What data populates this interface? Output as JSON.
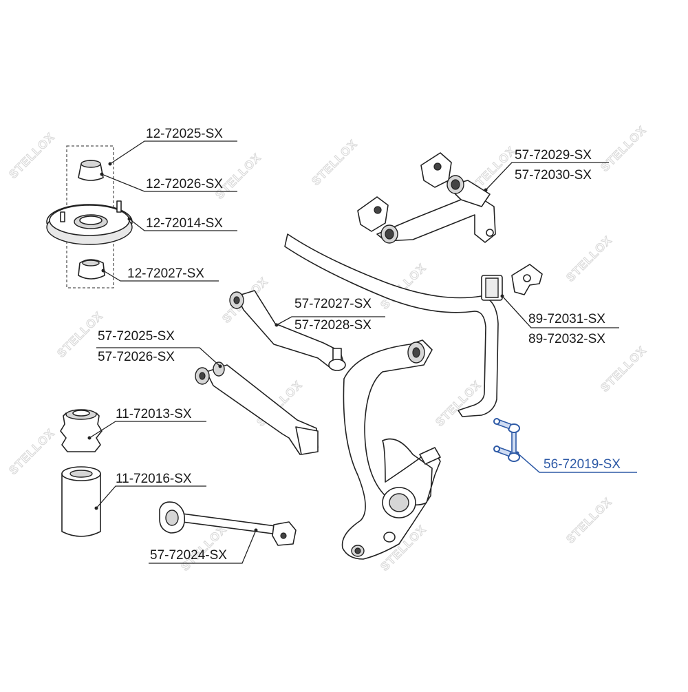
{
  "watermark": {
    "text": "STELLOX"
  },
  "labels": {
    "p_12_72025": "12-72025-SX",
    "p_12_72026": "12-72026-SX",
    "p_12_72014": "12-72014-SX",
    "p_12_72027": "12-72027-SX",
    "p_57_72029": "57-72029-SX",
    "p_57_72030": "57-72030-SX",
    "p_57_72027": "57-72027-SX",
    "p_57_72028": "57-72028-SX",
    "p_57_72025": "57-72025-SX",
    "p_57_72026": "57-72026-SX",
    "p_89_72031": "89-72031-SX",
    "p_89_72032": "89-72032-SX",
    "p_11_72013": "11-72013-SX",
    "p_11_72016": "11-72016-SX",
    "p_56_72019": "56-72019-SX",
    "p_57_72024": "57-72024-SX"
  },
  "colors": {
    "highlight": "#2e5aa6",
    "ink": "#1a1a1a",
    "watermark": "#d9d9d9"
  }
}
